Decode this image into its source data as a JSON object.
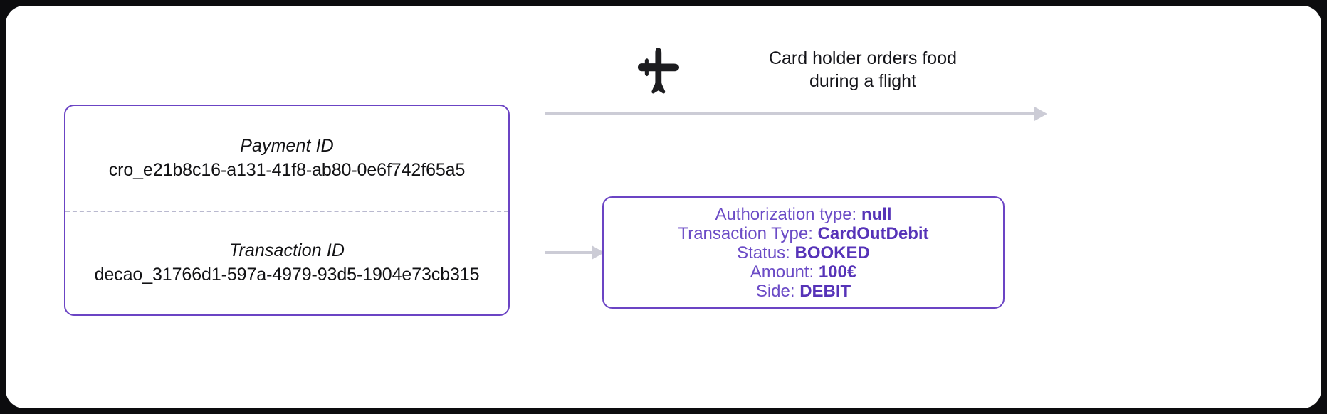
{
  "left_panel": {
    "payment": {
      "label": "Payment ID",
      "value": "cro_e21b8c16-a131-41f8-ab80-0e6f742f65a5"
    },
    "transaction": {
      "label": "Transaction ID",
      "value": "decao_31766d1-597a-4979-93d5-1904e73cb315"
    }
  },
  "flow": {
    "icon": "airplane-icon",
    "caption_line1": "Card holder orders food",
    "caption_line2": "during a flight"
  },
  "detail_box": {
    "lines": [
      {
        "label": "Authorization type:",
        "value": "null"
      },
      {
        "label": "Transaction Type:",
        "value": "CardOutDebit"
      },
      {
        "label": "Status:",
        "value": "BOOKED"
      },
      {
        "label": "Amount:",
        "value": "100€"
      },
      {
        "label": "Side:",
        "value": "DEBIT"
      }
    ]
  },
  "colors": {
    "accent": "#6b44c4",
    "accent_bold": "#5633b8",
    "arrow": "#ccccd6",
    "divider": "#b9b9cf",
    "icon": "#1d1d20"
  }
}
